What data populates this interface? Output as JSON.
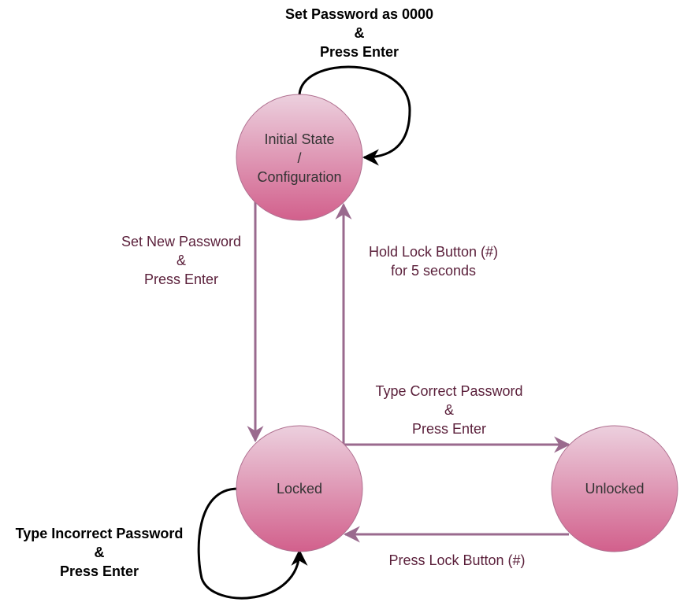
{
  "states": {
    "initial": {
      "lines": [
        "Initial State",
        "/",
        "Configuration"
      ]
    },
    "locked": {
      "lines": [
        "Locked"
      ]
    },
    "unlocked": {
      "lines": [
        "Unlocked"
      ]
    }
  },
  "transitions": {
    "initial_self": {
      "lines": [
        "Set Password as 0000",
        "&",
        "Press Enter"
      ]
    },
    "initial_to_locked": {
      "lines": [
        "Set New Password",
        "&",
        "Press Enter"
      ]
    },
    "locked_to_initial": {
      "lines": [
        "Hold Lock Button (#)",
        "for 5 seconds"
      ]
    },
    "locked_to_unlocked": {
      "lines": [
        "Type Correct Password",
        "&",
        "Press Enter"
      ]
    },
    "unlocked_to_locked": {
      "lines": [
        "Press Lock Button (#)"
      ]
    },
    "locked_self": {
      "lines": [
        "Type Incorrect Password",
        "&",
        "Press Enter"
      ]
    }
  },
  "colors": {
    "state_fill_top": "#e8c4d6",
    "state_fill_bottom": "#d4648f",
    "state_stroke": "#a05070",
    "edge_purple": "#9a6a8e",
    "edge_black": "#000000",
    "edge_label": "#5a1f3a"
  }
}
